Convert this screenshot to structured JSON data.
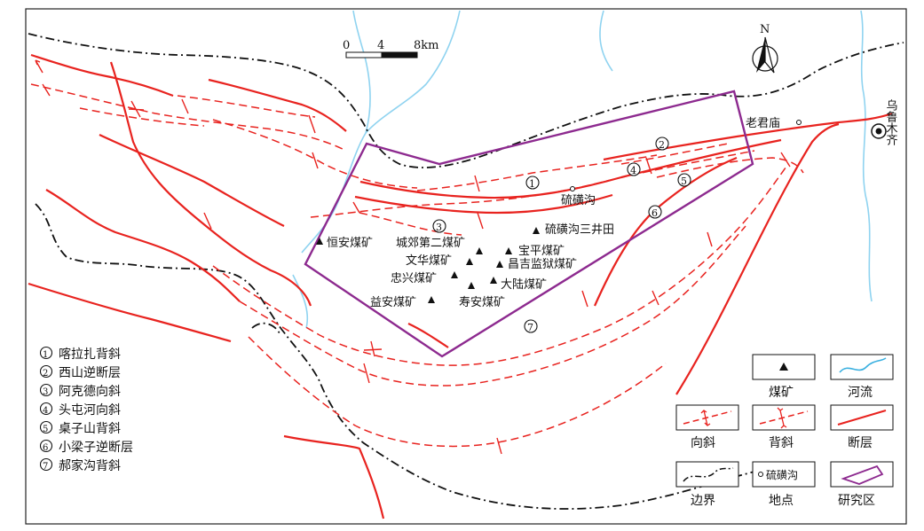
{
  "scale_bar": {
    "ticks": [
      "0",
      "4",
      "8km"
    ]
  },
  "north_arrow": {
    "label": "N"
  },
  "places": {
    "laojunmiao": "老君庙",
    "liuhuanggou": "硫磺沟",
    "urumqi": "乌鲁木齐"
  },
  "mines": [
    {
      "name": "恒安煤矿"
    },
    {
      "name": "城郊第二煤矿"
    },
    {
      "name": "宝平煤矿"
    },
    {
      "name": "文华煤矿"
    },
    {
      "name": "昌吉监狱煤矿"
    },
    {
      "name": "忠兴煤矿"
    },
    {
      "name": "大陆煤矿"
    },
    {
      "name": "益安煤矿"
    },
    {
      "name": "寿安煤矿"
    },
    {
      "name": "硫磺沟三井田"
    }
  ],
  "structure_numbers": [
    "1",
    "2",
    "3",
    "4",
    "5",
    "6",
    "7"
  ],
  "structure_legend": [
    {
      "num": "1",
      "text": "喀拉扎背斜"
    },
    {
      "num": "2",
      "text": "西山逆断层"
    },
    {
      "num": "3",
      "text": "阿克德向斜"
    },
    {
      "num": "4",
      "text": "头屯河向斜"
    },
    {
      "num": "5",
      "text": "桌子山背斜"
    },
    {
      "num": "6",
      "text": "小梁子逆断层"
    },
    {
      "num": "7",
      "text": "郝家沟背斜"
    }
  ],
  "legend": {
    "mine": "煤矿",
    "river": "河流",
    "syncline": "向斜",
    "anticline": "背斜",
    "fault": "断层",
    "boundary": "边界",
    "location": "地点",
    "location_sample": "硫磺沟",
    "study_area": "研究区"
  },
  "colors": {
    "fault": "#e8231f",
    "river": "#8fd3f0",
    "study_area": "#8d2a8f",
    "boundary": "#111111"
  }
}
